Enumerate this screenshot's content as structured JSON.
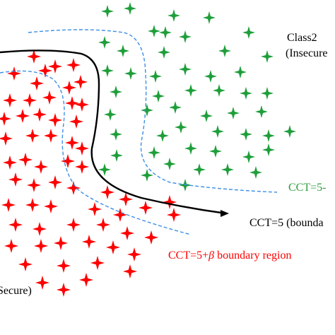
{
  "colors": {
    "class1_marker": "#ff0000",
    "class2_marker": "#1e9e3a",
    "boundary_line": "#000000",
    "region_line": "#3d8fe6",
    "green_label": "#2e9e3a",
    "red_label": "#ff0000"
  },
  "labels": {
    "class2_title": "Class2",
    "class2_subtitle": "(Insecure",
    "cct_green": "CCT=5-",
    "cct_boundary": "CCT=5 (bounda",
    "cct_region_prefix": "CCT=5+",
    "cct_region_beta": "β",
    "cct_region_suffix": " boundary region",
    "class1_partial": "Secure)"
  },
  "icons": {
    "marker": "four-point-star-icon"
  }
}
